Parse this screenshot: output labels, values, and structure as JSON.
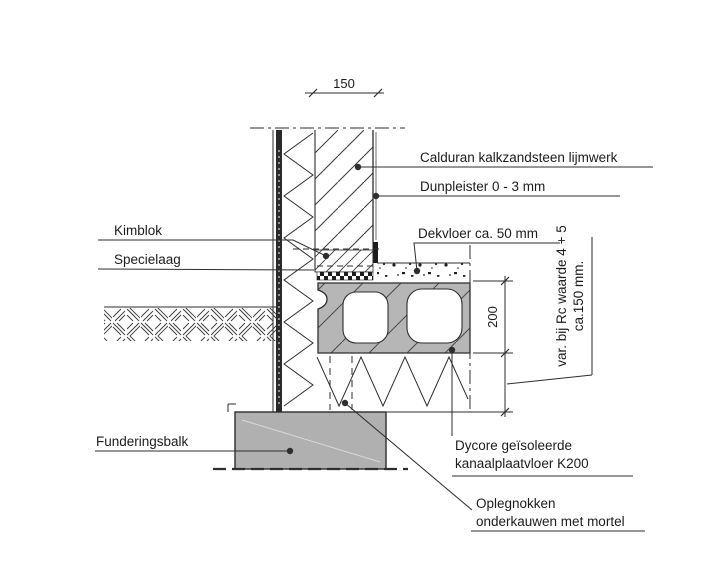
{
  "drawing": {
    "dimensions": {
      "wall_width": "150",
      "slab_height": "200"
    },
    "labels": {
      "calduran": "Calduran kalkzandsteen lijmwerk",
      "dunpleister": "Dunpleister 0 - 3 mm",
      "dekvloer": "Dekvloer ca. 50 mm",
      "kimblok": "Kimblok",
      "specielaag": "Specielaag",
      "funderingsbalk": "Funderingsbalk",
      "dycore_line1": "Dycore geïsoleerde",
      "dycore_line2": "kanaalplaatvloer K200",
      "oplegnokken_line1": "Oplegnokken",
      "oplegnokken_line2": "onderkauwen met mortel",
      "rc_line1": "var. bij Rc waarde 4 + 5",
      "rc_line2": "ca.150 mm."
    },
    "colors": {
      "line": "#2e2e2e",
      "slab_fill": "#b6b6b6",
      "beam_fill": "#b0b0b0",
      "background": "#ffffff"
    }
  }
}
